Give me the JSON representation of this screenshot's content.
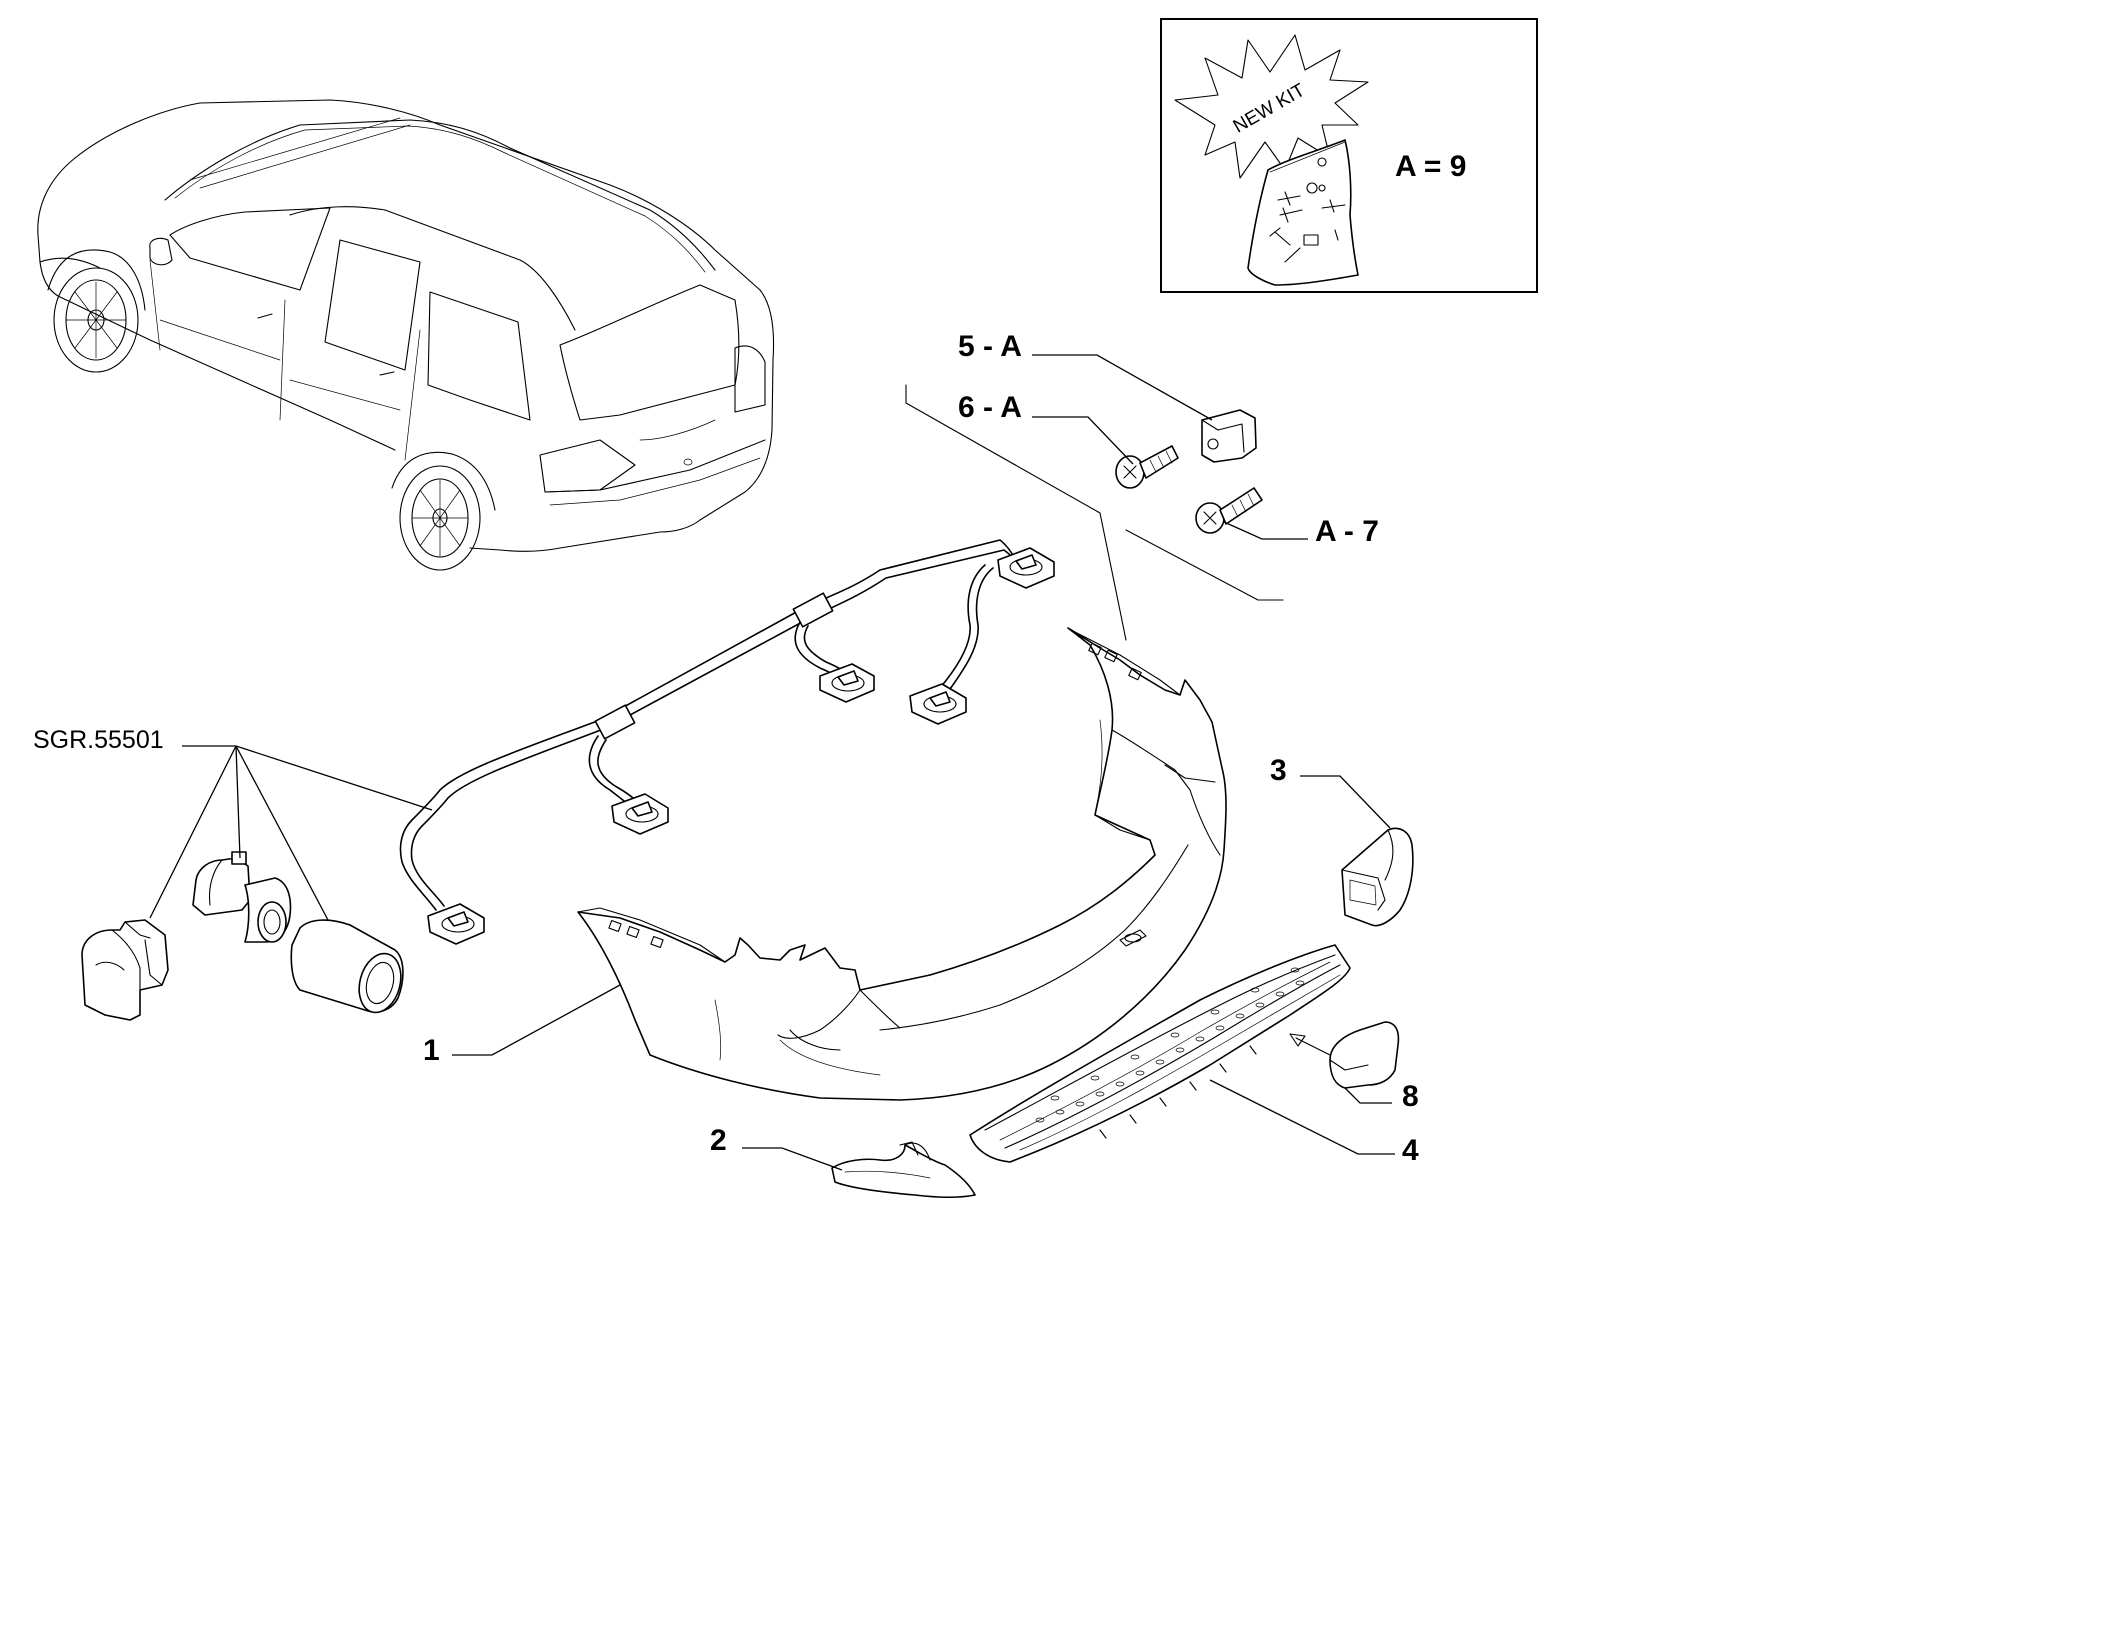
{
  "group_code": "SGR.55501",
  "callouts": {
    "c1": "1",
    "c2": "2",
    "c3": "3",
    "c4": "4",
    "c5": "5 - A",
    "c6": "6 - A",
    "c7": "A - 7",
    "c8": "8"
  },
  "kit": {
    "burst_text": "NEW KIT",
    "equation": "A = 9"
  }
}
